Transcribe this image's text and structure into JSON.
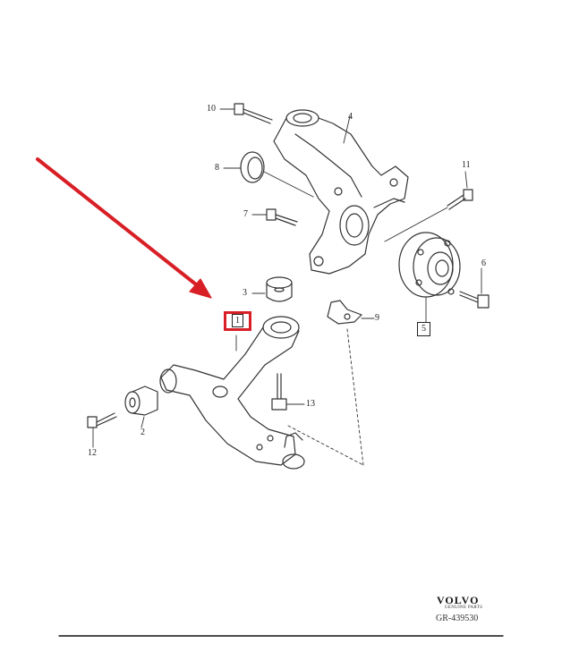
{
  "callouts": {
    "c1": "1",
    "c2": "2",
    "c3": "3",
    "c4": "4",
    "c5": "5",
    "c6": "6",
    "c7": "7",
    "c8": "8",
    "c9": "9",
    "c10": "10",
    "c11": "11",
    "c12": "12",
    "c13": "13"
  },
  "footer": {
    "brand": "VOLVO",
    "sub": "GENUINE PARTS",
    "code": "GR-439530"
  },
  "colors": {
    "arrow": "#d81f26",
    "highlight": "#d81f26",
    "line": "#333333"
  }
}
